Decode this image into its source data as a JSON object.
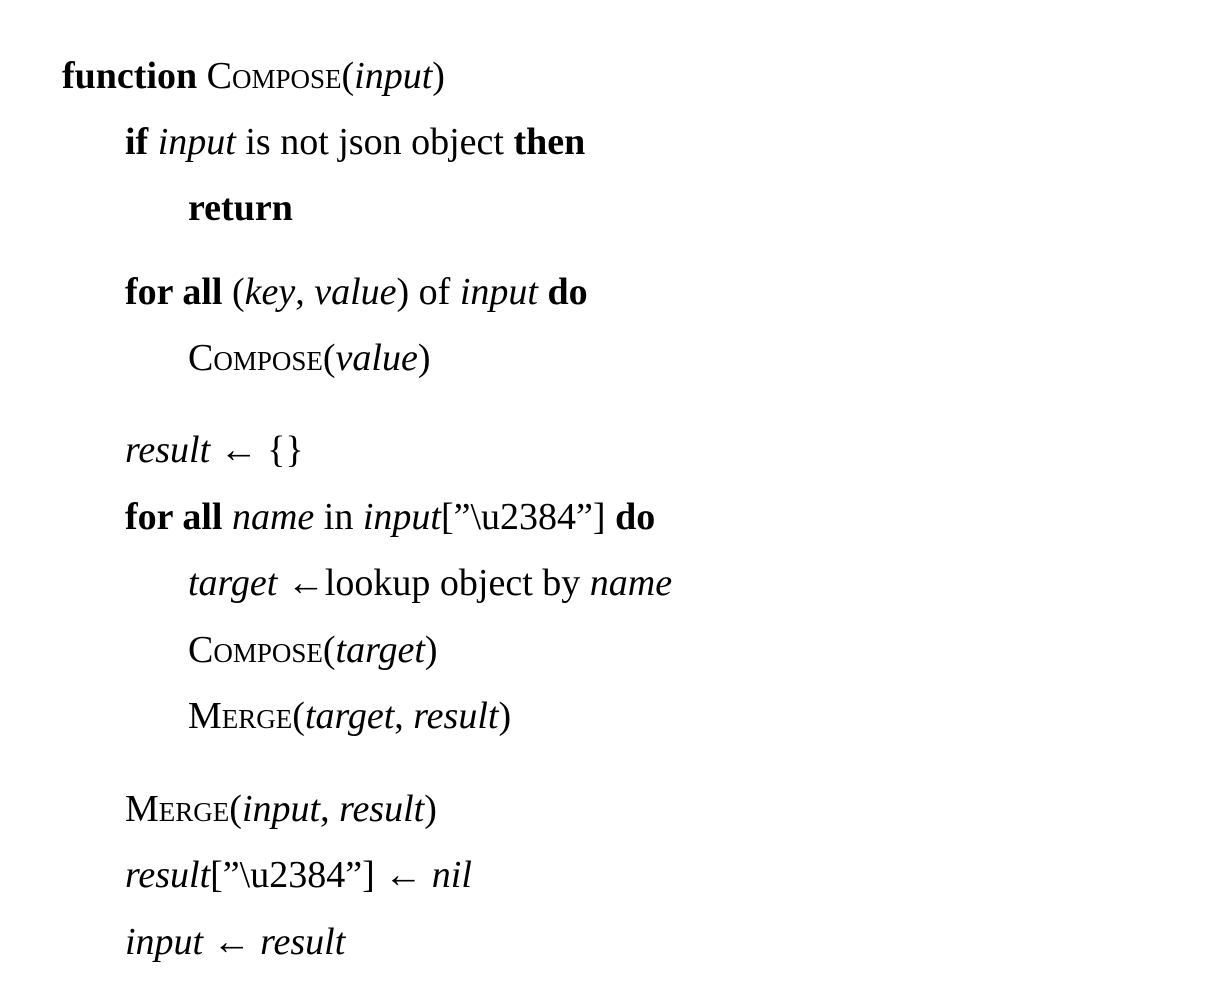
{
  "keywords": {
    "function": "function",
    "if": "if",
    "then": "then",
    "return": "return",
    "for_all": "for all",
    "do": "do"
  },
  "procs": {
    "compose": "Compose",
    "merge": "Merge"
  },
  "vars": {
    "input": "input",
    "key": "key",
    "value": "value",
    "result": "result",
    "name": "name",
    "target": "target",
    "nil": "nil"
  },
  "text": {
    "is_not_json_object": " is not json object ",
    "of": " of ",
    "in": " in ",
    "lookup_object_by": "lookup object by ",
    "unicode_key": "[”\\u2384”]",
    "empty_object": "{}",
    "arrow": "←"
  }
}
